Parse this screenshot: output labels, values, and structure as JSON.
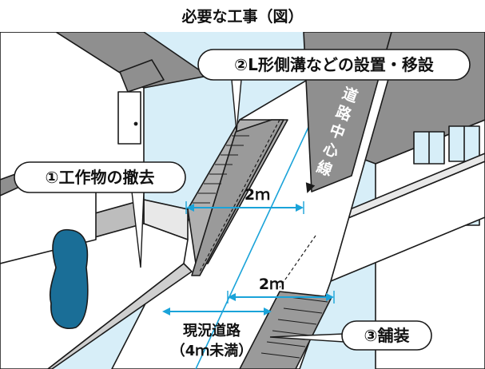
{
  "title": "必要な工事（図）",
  "labels": {
    "step1": "①工作物の撤去",
    "step2": "②L形側溝などの設置・移設",
    "step3": "③舗装",
    "center_line": [
      "道",
      "路",
      "中",
      "心",
      "線",
      "▼"
    ],
    "dist_top": "2ｍ",
    "dist_bottom": "2ｍ",
    "road_line1": "現況道路",
    "road_line2": "（4ｍ未満）"
  },
  "colors": {
    "sky": "#d7eef8",
    "roof": "#8f8f8f",
    "wall": "#ffffff",
    "gutter": "#9a9a9a",
    "accent": "#1aa3d9",
    "tree": "#1a6e97",
    "line": "#1a1a1a"
  }
}
